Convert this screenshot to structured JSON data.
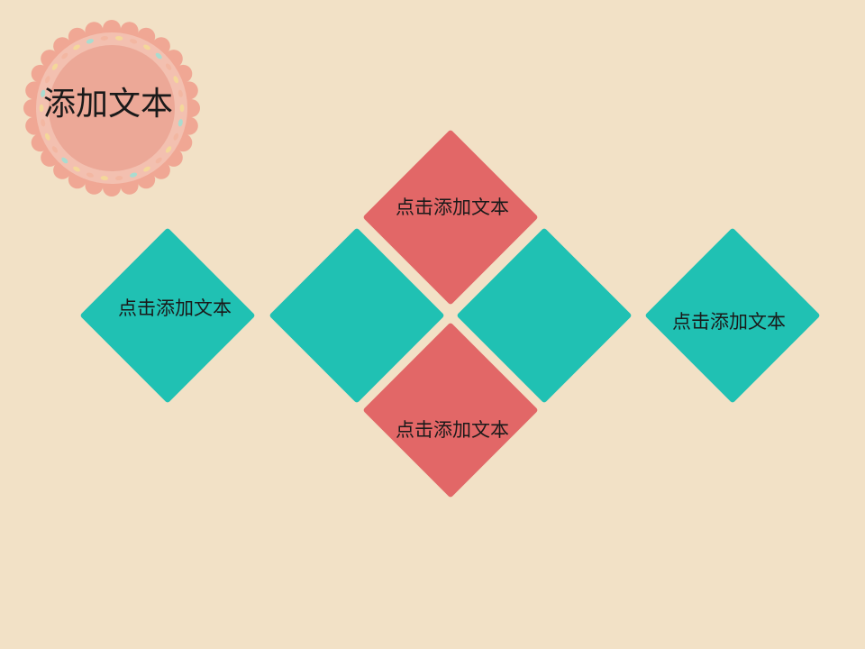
{
  "colors": {
    "background": "#f2e1c6",
    "teal": "#20c1b3",
    "coral": "#e26767",
    "badge_fill": "#eca897",
    "badge_ring": "#f3c0b0",
    "badge_scallop": "#f0a794",
    "dot_yellow": "#f4d79a",
    "dot_teal": "#a9dcd0",
    "dot_pink": "#f3b7a2"
  },
  "badge": {
    "title": "添加文本"
  },
  "diamonds": [
    {
      "id": "left",
      "color": "teal",
      "label": "点击添加文本"
    },
    {
      "id": "center-left",
      "color": "teal",
      "label": ""
    },
    {
      "id": "center-right",
      "color": "teal",
      "label": ""
    },
    {
      "id": "right",
      "color": "teal",
      "label": "点击添加文本"
    },
    {
      "id": "top",
      "color": "coral",
      "label": "点击添加文本"
    },
    {
      "id": "bottom",
      "color": "coral",
      "label": "点击添加文本"
    }
  ]
}
